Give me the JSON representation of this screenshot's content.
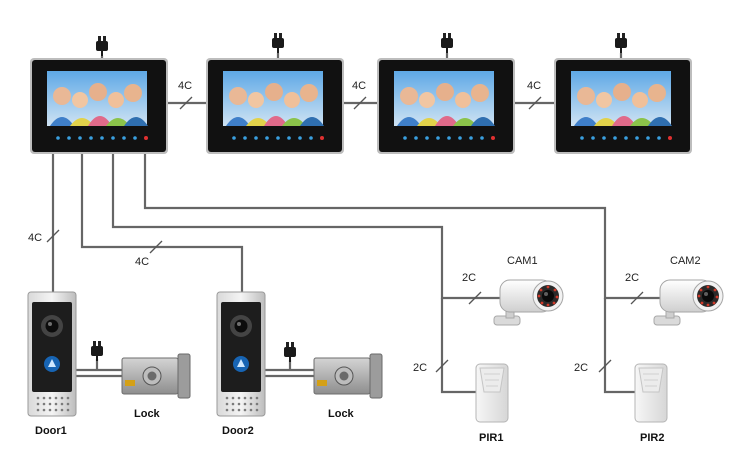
{
  "labels": {
    "cable_4c": "4C",
    "cable_2c": "2C",
    "cam1": "CAM1",
    "cam2": "CAM2",
    "door1": "Door1",
    "door2": "Door2",
    "lock": "Lock",
    "pir1": "PIR1",
    "pir2": "PIR2"
  },
  "colors": {
    "wire": "#666666",
    "monitor_frame": "#b9b9b9",
    "monitor_body": "#111111",
    "touch_keys": "#3aa0e0",
    "call_key": "#e03030",
    "camera_lens": "#222222",
    "camera_ring": "#d23a2a"
  },
  "icons": {
    "power_adapter": "power-adapter-icon",
    "monitor": "monitor-icon",
    "door_station": "door-station-icon",
    "electric_lock": "electric-lock-icon",
    "bullet_camera": "bullet-camera-icon",
    "pir_sensor": "pir-sensor-icon"
  }
}
